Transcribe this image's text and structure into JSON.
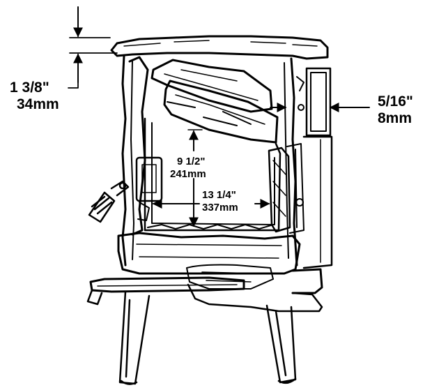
{
  "dimensions": {
    "top_clearance": {
      "imperial": "1 3/8\"",
      "metric": "34mm"
    },
    "side_gap": {
      "imperial": "5/16\"",
      "metric": "8mm"
    },
    "firebox_height": {
      "imperial": "9 1/2\"",
      "metric": "241mm"
    },
    "firebox_depth": {
      "imperial": "13 1/4\"",
      "metric": "337mm"
    }
  },
  "colors": {
    "ink": "#000000",
    "background": "#ffffff"
  }
}
